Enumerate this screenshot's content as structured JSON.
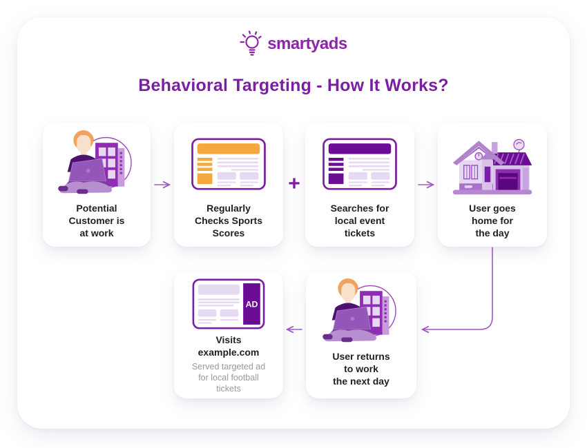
{
  "brand": {
    "name": "smartyads",
    "icon": "lightbulb-icon"
  },
  "title": "Behavioral Targeting - How It Works?",
  "plus_sign": "+",
  "cards": [
    {
      "id": "potential-customer",
      "icon": "person-working-icon",
      "label": "Potential\nCustomer is\nat work"
    },
    {
      "id": "checks-sports",
      "icon": "sports-browser-icon",
      "label": "Regularly\nChecks Sports\nScores"
    },
    {
      "id": "searches-tickets",
      "icon": "tickets-browser-icon",
      "label": "Searches for\nlocal event\ntickets"
    },
    {
      "id": "goes-home",
      "icon": "house-icon",
      "label": "User goes\nhome for\nthe day"
    },
    {
      "id": "visits-example",
      "icon": "ad-browser-icon",
      "label": "Visits\nexample.com",
      "sublabel": "Served targeted ad\nfor local football\ntickets",
      "ad_badge": "AD"
    },
    {
      "id": "returns-to-work",
      "icon": "person-working-icon",
      "label": "User returns\nto work\nthe next day"
    }
  ],
  "colors": {
    "title": "#7B1FA2",
    "brand": "#8E24AA",
    "accent_orange": "#F5A83D",
    "accent_purple_dark": "#6A0D94",
    "browser_border": "#7B1FA2",
    "content_lavender": "#E6DAF2",
    "arrow": "#9B59C7",
    "label_text": "#1F1F1F",
    "sublabel_text": "#9A9A9A"
  }
}
